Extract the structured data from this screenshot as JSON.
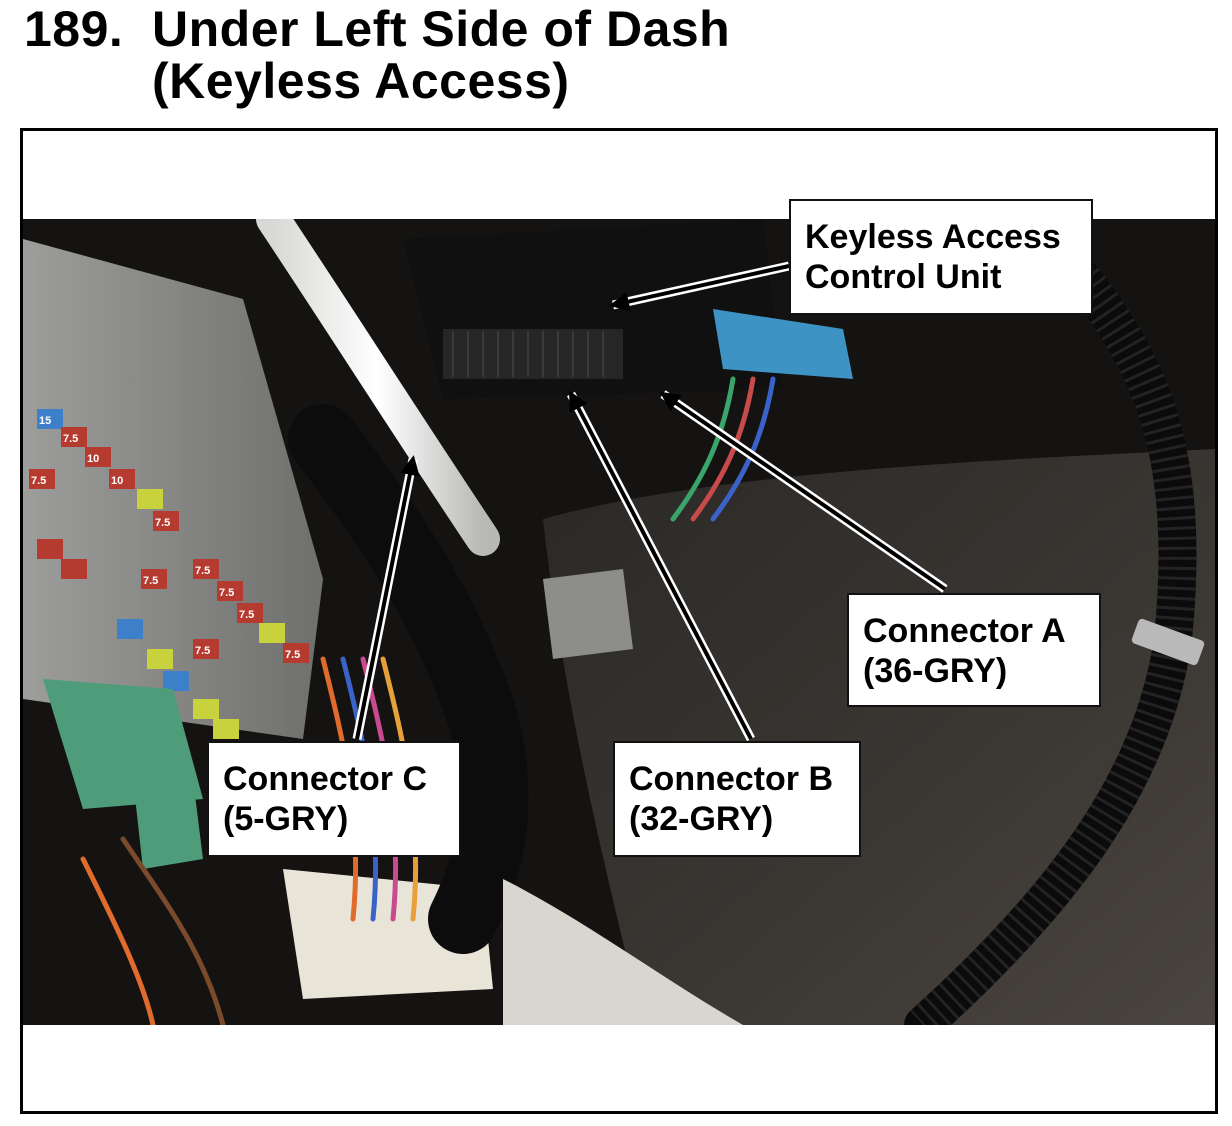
{
  "title": {
    "number": "189.",
    "line1": "Under Left Side of Dash",
    "line2": "(Keyless Access)"
  },
  "callouts": {
    "control_unit": {
      "line1": "Keyless Access",
      "line2": "Control Unit"
    },
    "connector_a": {
      "line1": "Connector A",
      "line2": "(36-GRY)"
    },
    "connector_b": {
      "line1": "Connector B",
      "line2": "(32-GRY)"
    },
    "connector_c": {
      "line1": "Connector C",
      "line2": "(5-GRY)"
    }
  },
  "fuse_labels": [
    "15",
    "7.5",
    "10",
    "10",
    "7.5",
    "7.5",
    "7.5",
    "7.5",
    "7.5",
    "7.5",
    "7.5",
    "7.5"
  ],
  "colors": {
    "photo_background": "#1a1918",
    "fuse_box": "#8e8e8c",
    "connector_green": "#4f9c7a",
    "connector_blue": "#3d93c4",
    "arrow": "#000000"
  }
}
